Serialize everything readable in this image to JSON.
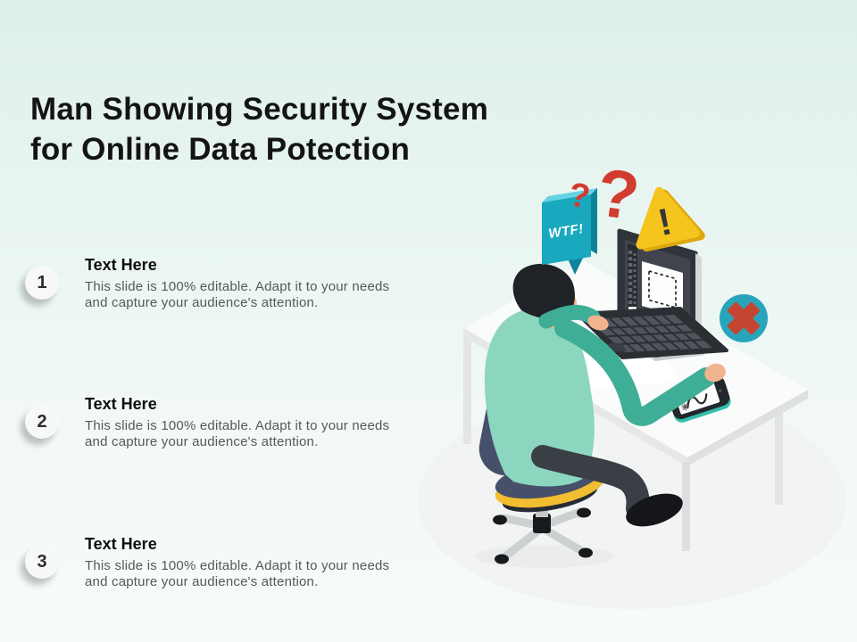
{
  "background": {
    "top_color": "#dff0ea",
    "bottom_color": "#f7fbf9"
  },
  "title": {
    "line1": "Man Showing Security System",
    "line2": "for Online Data Potection"
  },
  "items": [
    {
      "number": "1",
      "heading": "Text Here",
      "body_line1": "This slide is 100% editable. Adapt it to your needs",
      "body_line2": "and capture your audience's attention."
    },
    {
      "number": "2",
      "heading": "Text Here",
      "body_line1": "This slide is 100% editable. Adapt it to your needs",
      "body_line2": "and capture your audience's attention."
    },
    {
      "number": "3",
      "heading": "Text Here",
      "body_line1": "This slide is 100% editable. Adapt it to your needs",
      "body_line2": "and capture your audience's attention."
    }
  ],
  "illustration": {
    "speech_bubble_label": "WTF!",
    "question_mark_small": "?",
    "question_mark_large": "?",
    "warning_exclamation": "!",
    "colors": {
      "bubble_teal": "#1aa8bf",
      "question_red": "#d23b30",
      "warning_yellow": "#f6c51d",
      "error_circle_teal": "#29a5bb",
      "error_cross_red": "#c64530",
      "shirt_mint": "#8cd6c0",
      "sleeve_teal": "#3fae97",
      "chair_slate": "#46506a",
      "chair_yellow": "#f3bd31"
    }
  }
}
